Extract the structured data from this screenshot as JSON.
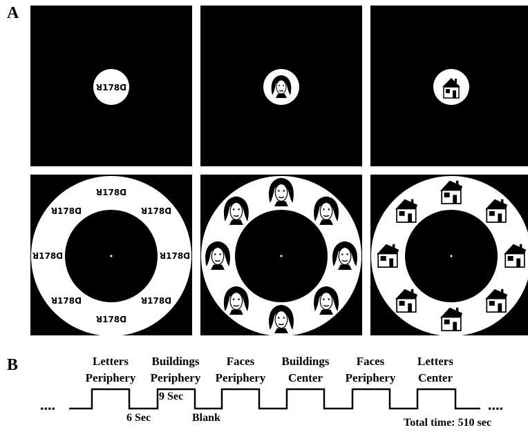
{
  "panel_a_label": "A",
  "panel_b_label": "B",
  "letters_text": "ꓤ178ꓷ",
  "blocks": [
    {
      "line1": "Letters",
      "line2": "Periphery"
    },
    {
      "line1": "Buildings",
      "line2": "Periphery"
    },
    {
      "line1": "Faces",
      "line2": "Periphery"
    },
    {
      "line1": "Buildings",
      "line2": "Center"
    },
    {
      "line1": "Faces",
      "line2": "Periphery"
    },
    {
      "line1": "Letters",
      "line2": "Center"
    }
  ],
  "durations": {
    "block": "9 Sec",
    "gap": "6 Sec"
  },
  "blank_label": "Blank",
  "ellipsis": "....",
  "total_time": "Total time: 510 sec",
  "colors": {
    "background": "#000000",
    "stimulus": "#ffffff"
  }
}
